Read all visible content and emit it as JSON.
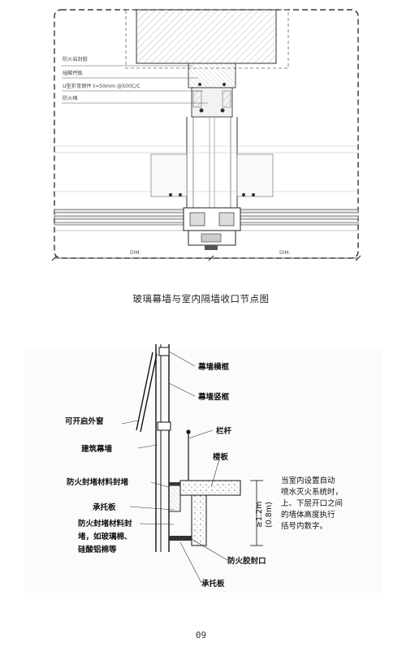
{
  "figure1": {
    "labels": {
      "l1": "防火岩封胶",
      "l2": "硅酸钙板",
      "l3": "U型折弯钢件 t=50mm @500C/C",
      "l4": "防火棉"
    },
    "dim_left": "DIM.",
    "dim_right": "DIM.",
    "caption": "玻璃幕墙与室内隔墙收口节点图"
  },
  "figure2": {
    "labels": {
      "curtain_transom": "幕墙横框",
      "curtain_mullion": "幕墙竖框",
      "openable_window": "可开启外窗",
      "railing": "栏杆",
      "building_curtain": "建筑幕墙",
      "floor_slab": "楼板",
      "fire_seal_material": "防火封堵材料封堵",
      "support_plate_1": "承托板",
      "fire_seal_material_2": "防火封堵材料封",
      "fire_seal_material_3": "堵，如玻璃棉、",
      "fire_seal_material_4": "硅酸铝棉等",
      "fire_sealant": "防火胶封口",
      "support_plate_2": "承托板",
      "height_dim": "≥1.2m",
      "height_dim_alt": "(0.8m)"
    },
    "note": [
      "当室内设置自动",
      "喷水灭火系统时，",
      "上、下层开口之间",
      "的墙体高度执行",
      "括号内数字。"
    ]
  },
  "page_number": "09"
}
